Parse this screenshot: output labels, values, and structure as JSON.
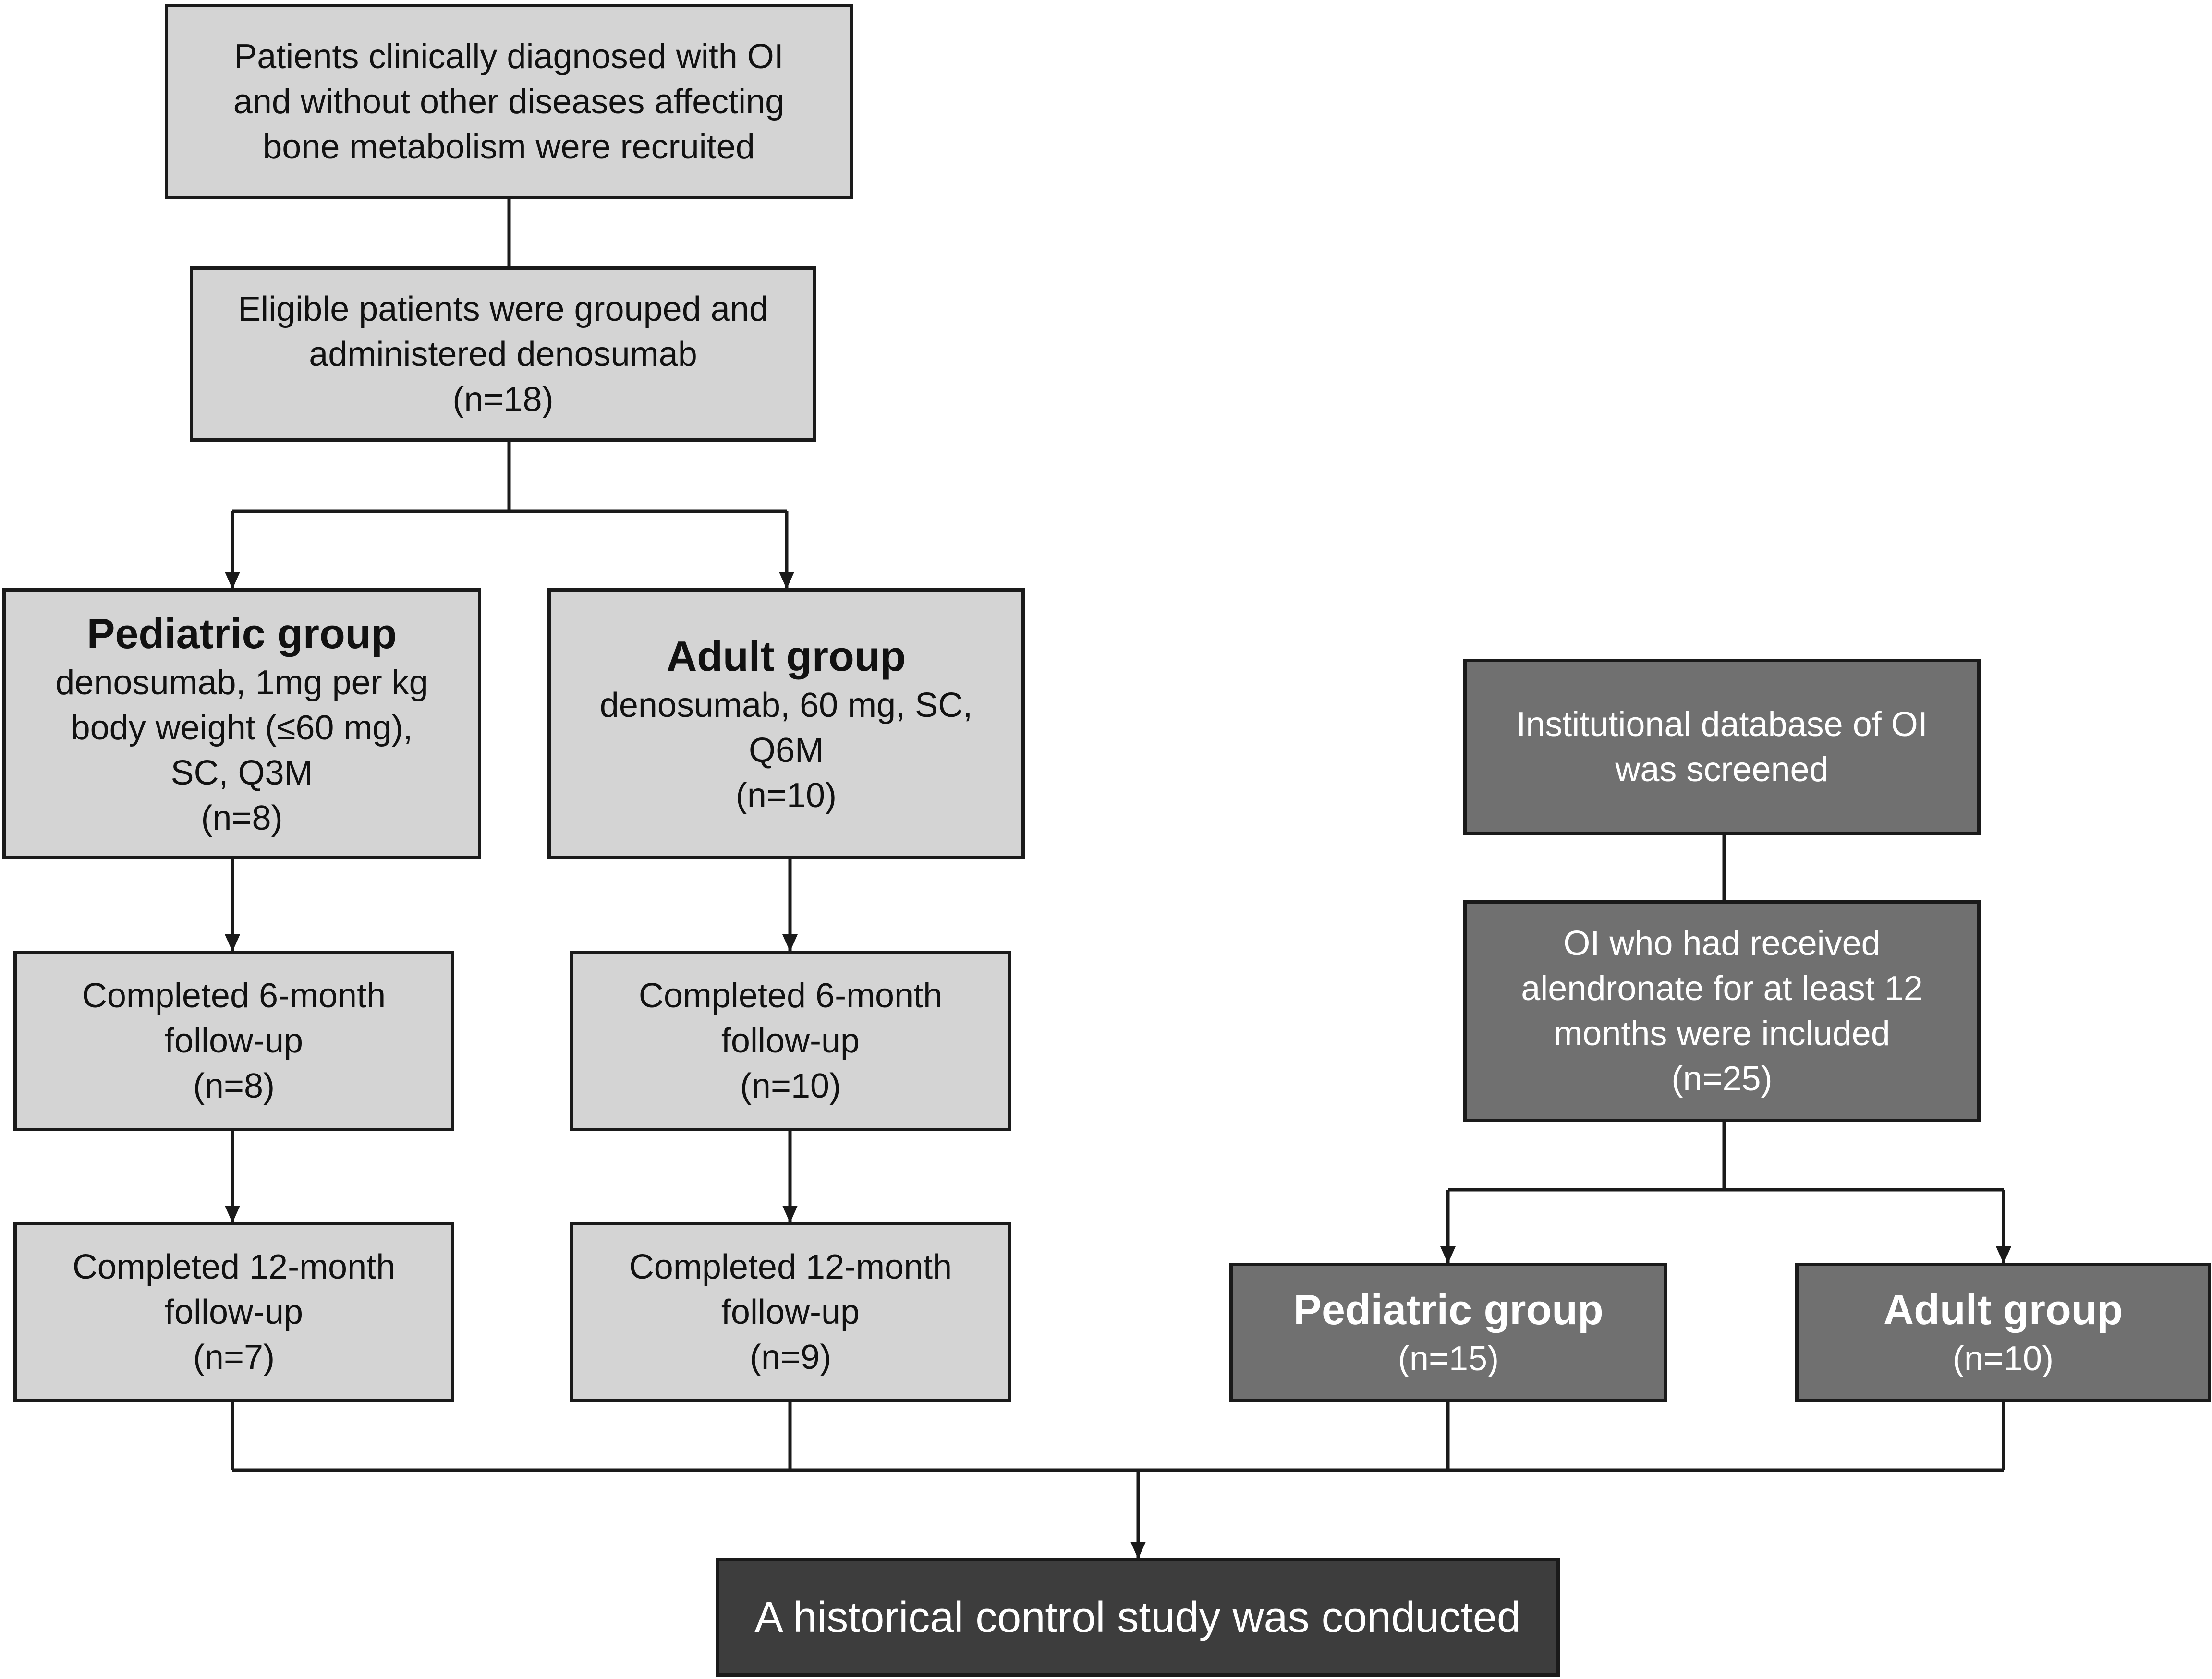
{
  "recruit": {
    "lines": [
      "Patients clinically diagnosed with OI",
      "and without other diseases affecting",
      "bone metabolism were recruited"
    ]
  },
  "eligible": {
    "lines": [
      "Eligible patients were grouped and",
      "administered denosumab",
      "(n=18)"
    ]
  },
  "ped": {
    "title": "Pediatric group",
    "lines": [
      "denosumab, 1mg per kg",
      "body weight (≤60 mg),",
      "SC, Q3M",
      "(n=8)"
    ]
  },
  "adult": {
    "title": "Adult group",
    "lines": [
      "denosumab, 60 mg, SC,",
      "Q6M",
      "(n=10)"
    ]
  },
  "ped6": {
    "lines": [
      "Completed 6-month",
      "follow-up",
      "(n=8)"
    ]
  },
  "adult6": {
    "lines": [
      "Completed 6-month",
      "follow-up",
      "(n=10)"
    ]
  },
  "ped12": {
    "lines": [
      "Completed 12-month",
      "follow-up",
      "(n=7)"
    ]
  },
  "adult12": {
    "lines": [
      "Completed 12-month",
      "follow-up",
      "(n=9)"
    ]
  },
  "db": {
    "lines": [
      "Institutional database of OI",
      "was screened"
    ]
  },
  "alen": {
    "lines": [
      "OI who had received",
      "alendronate for at least 12",
      "months were included",
      "(n=25)"
    ]
  },
  "hped": {
    "title": "Pediatric group",
    "n": "(n=15)"
  },
  "hadult": {
    "title": "Adult group",
    "n": "(n=10)"
  },
  "final": {
    "text": "A historical control study was conducted"
  },
  "colors": {
    "light_box": "#d4d4d4",
    "mid_box": "#707070",
    "dark_box": "#3d3d3d",
    "stroke": "#1a1a1a"
  }
}
